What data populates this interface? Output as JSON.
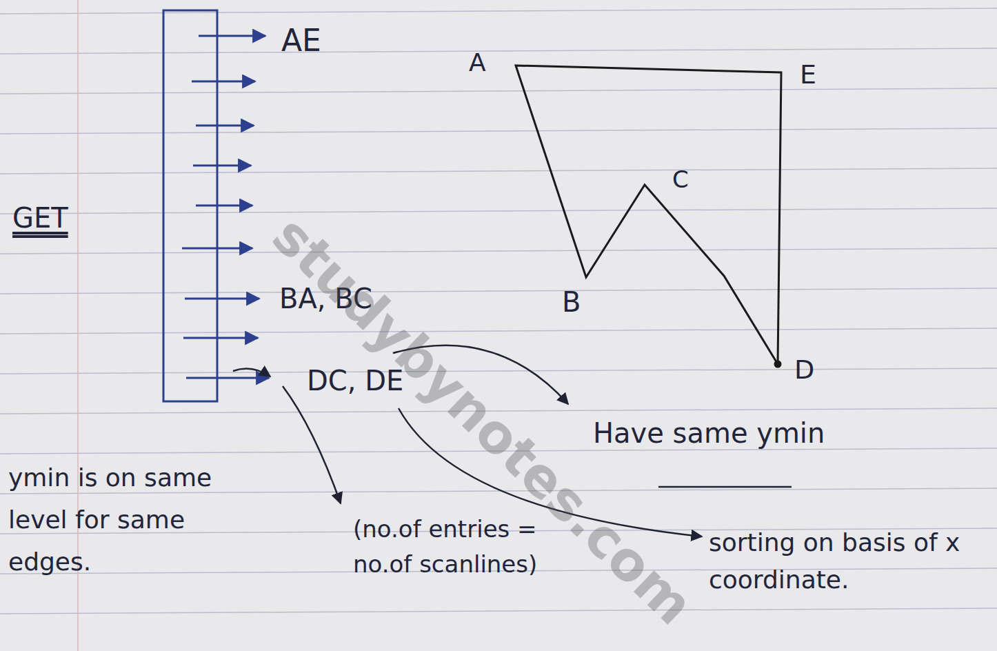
{
  "diagram": {
    "labels": [
      "GET",
      "AE",
      "BA, BC",
      "DC, DE",
      "A",
      "E",
      "C",
      "B",
      "D",
      "Have same ymin",
      "ymin is on same level for same edges.",
      "(no.of entries = no.of scanlines)",
      "sorting on basis of x coordinate.",
      "studybynotes.com"
    ]
  }
}
